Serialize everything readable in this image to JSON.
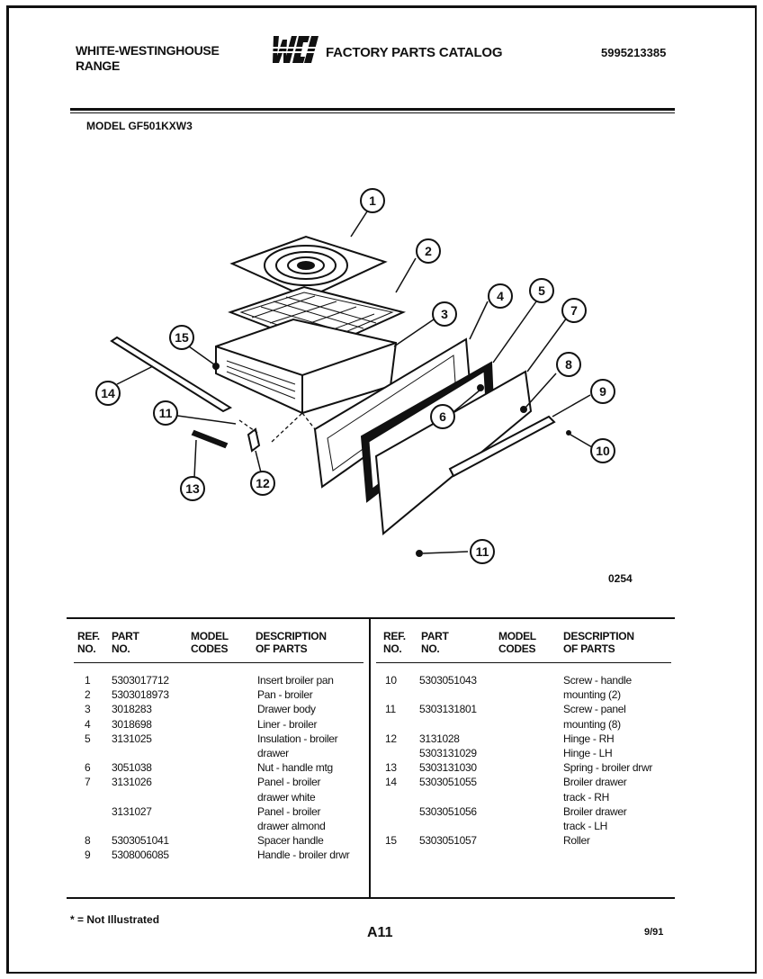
{
  "header": {
    "brand_line1": "WHITE-WESTINGHOUSE",
    "brand_line2": "RANGE",
    "logo_text": "WCI",
    "catalog_title": "FACTORY PARTS CATALOG",
    "catalog_number": "5995213385"
  },
  "model_label": "MODEL GF501KXW3",
  "diagram": {
    "code": "0254",
    "callouts": [
      "1",
      "2",
      "3",
      "4",
      "5",
      "6",
      "7",
      "8",
      "9",
      "10",
      "11",
      "11",
      "12",
      "13",
      "14",
      "15"
    ]
  },
  "table": {
    "headers": {
      "ref1": "REF.",
      "ref2": "NO.",
      "part1": "PART",
      "part2": "NO.",
      "model1": "MODEL",
      "model2": "CODES",
      "desc1": "DESCRIPTION",
      "desc2": "OF PARTS"
    },
    "left": [
      {
        "ref": "1",
        "part": "5303017712",
        "desc": "Insert broiler pan"
      },
      {
        "ref": "2",
        "part": "5303018973",
        "desc": "Pan - broiler"
      },
      {
        "ref": "3",
        "part": "3018283",
        "desc": "Drawer body"
      },
      {
        "ref": "4",
        "part": "3018698",
        "desc": "Liner - broiler"
      },
      {
        "ref": "5",
        "part": "3131025",
        "desc": "Insulation - broiler"
      },
      {
        "ref": "",
        "part": "",
        "desc": "drawer"
      },
      {
        "ref": "6",
        "part": "3051038",
        "desc": "Nut - handle mtg"
      },
      {
        "ref": "7",
        "part": "3131026",
        "desc": "Panel - broiler"
      },
      {
        "ref": "",
        "part": "",
        "desc": "drawer white"
      },
      {
        "ref": "",
        "part": "3131027",
        "desc": "Panel - broiler"
      },
      {
        "ref": "",
        "part": "",
        "desc": "drawer almond"
      },
      {
        "ref": "8",
        "part": "5303051041",
        "desc": "Spacer  handle"
      },
      {
        "ref": "9",
        "part": "5308006085",
        "desc": "Handle - broiler drwr"
      }
    ],
    "right": [
      {
        "ref": "10",
        "part": "5303051043",
        "desc": "Screw - handle"
      },
      {
        "ref": "",
        "part": "",
        "desc": "mounting (2)"
      },
      {
        "ref": "11",
        "part": "5303131801",
        "desc": "Screw - panel"
      },
      {
        "ref": "",
        "part": "",
        "desc": "mounting (8)"
      },
      {
        "ref": "12",
        "part": "3131028",
        "desc": "Hinge - RH"
      },
      {
        "ref": "",
        "part": "5303131029",
        "desc": "Hinge - LH"
      },
      {
        "ref": "13",
        "part": "5303131030",
        "desc": "Spring - broiler drwr"
      },
      {
        "ref": "14",
        "part": "5303051055",
        "desc": "Broiler drawer"
      },
      {
        "ref": "",
        "part": "",
        "desc": "track - RH"
      },
      {
        "ref": "",
        "part": "5303051056",
        "desc": "Broiler drawer"
      },
      {
        "ref": "",
        "part": "",
        "desc": "track - LH"
      },
      {
        "ref": "15",
        "part": "5303051057",
        "desc": "Roller"
      }
    ]
  },
  "footer": {
    "note": "* = Not Illustrated",
    "page": "A11",
    "date": "9/91"
  }
}
